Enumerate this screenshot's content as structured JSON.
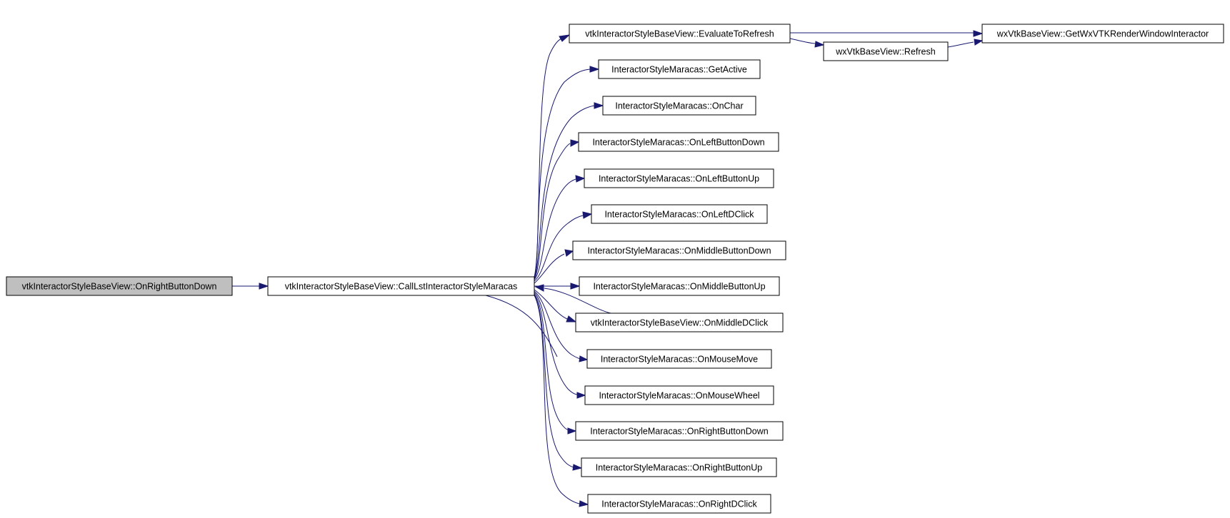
{
  "colors": {
    "edge": "#191970",
    "root_fill": "#bfbfbf",
    "node_fill": "#ffffff",
    "border": "#000000"
  },
  "nodes": {
    "root": "vtkInteractorStyleBaseView::OnRightButtonDown",
    "call": "vtkInteractorStyleBaseView::CallLstInteractorStyleMaracas",
    "eval": "vtkInteractorStyleBaseView::EvaluateToRefresh",
    "getwx": "wxVtkBaseView::GetWxVTKRenderWindowInteractor",
    "refresh": "wxVtkBaseView::Refresh",
    "getactive": "InteractorStyleMaracas::GetActive",
    "onchar": "InteractorStyleMaracas::OnChar",
    "onlbd": "InteractorStyleMaracas::OnLeftButtonDown",
    "onlbu": "InteractorStyleMaracas::OnLeftButtonUp",
    "onldc": "InteractorStyleMaracas::OnLeftDClick",
    "onmbd": "InteractorStyleMaracas::OnMiddleButtonDown",
    "onmbu": "InteractorStyleMaracas::OnMiddleButtonUp",
    "onmdc": "vtkInteractorStyleBaseView::OnMiddleDClick",
    "onmm": "InteractorStyleMaracas::OnMouseMove",
    "onmw": "InteractorStyleMaracas::OnMouseWheel",
    "onrbd": "InteractorStyleMaracas::OnRightButtonDown",
    "onrbu": "InteractorStyleMaracas::OnRightButtonUp",
    "onrdc": "InteractorStyleMaracas::OnRightDClick"
  }
}
